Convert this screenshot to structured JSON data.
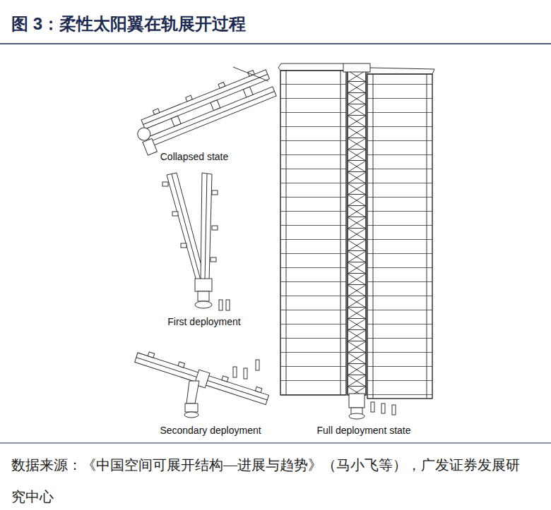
{
  "diagram": {
    "title": "图 3：柔性太阳翼在轨展开过程",
    "caption": "数据来源：《中国空间可展开结构—进展与趋势》（马小飞等），广发证券发展研究中心",
    "labels": [
      "Collapsed state",
      "First deployment",
      "Secondary deployment",
      "Full deployment state"
    ]
  }
}
